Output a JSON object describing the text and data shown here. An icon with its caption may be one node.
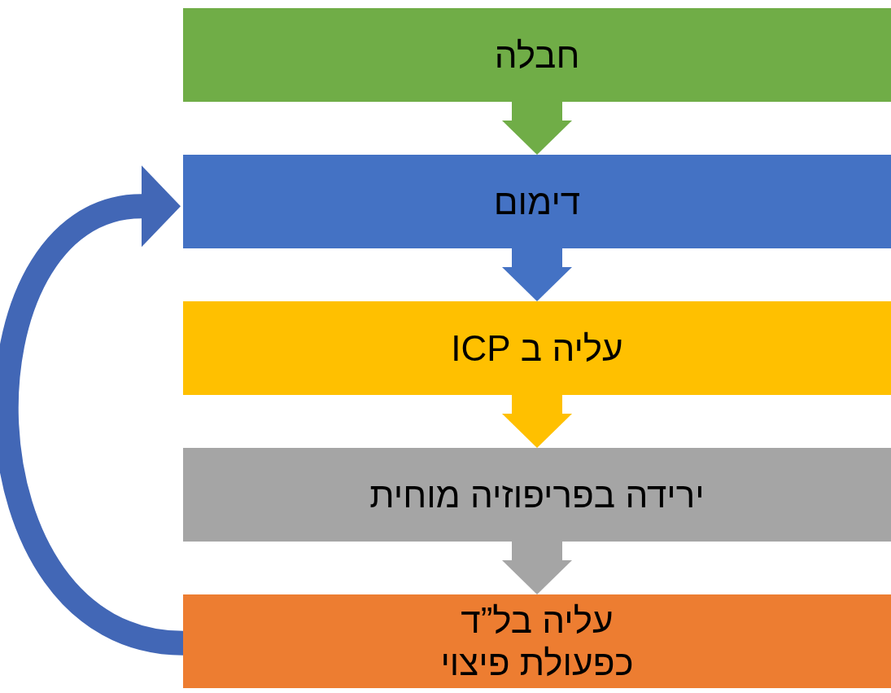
{
  "diagram": {
    "nodes": [
      {
        "text": [
          "חבלה"
        ]
      },
      {
        "text": [
          "דימום"
        ]
      },
      {
        "text": [
          "עליה ב ICP"
        ]
      },
      {
        "text": [
          "ירידה בפריפוזיה מוחית"
        ]
      },
      {
        "text": [
          "עליה בל”ד כפעולת פיצוי"
        ]
      }
    ],
    "edges": [
      {
        "from": 0,
        "to": 1,
        "arrow": "to",
        "color": "#70ad47"
      },
      {
        "from": 1,
        "to": 2,
        "arrow": "to",
        "color": "#4472c4"
      },
      {
        "from": 2,
        "to": 3,
        "arrow": "to",
        "color": "#ffc000"
      },
      {
        "from": 3,
        "to": 4,
        "arrow": "to",
        "color": "#a5a5a5"
      },
      {
        "from": 4,
        "to": 1,
        "arrow": "to",
        "color": "#4267b6"
      }
    ]
  }
}
